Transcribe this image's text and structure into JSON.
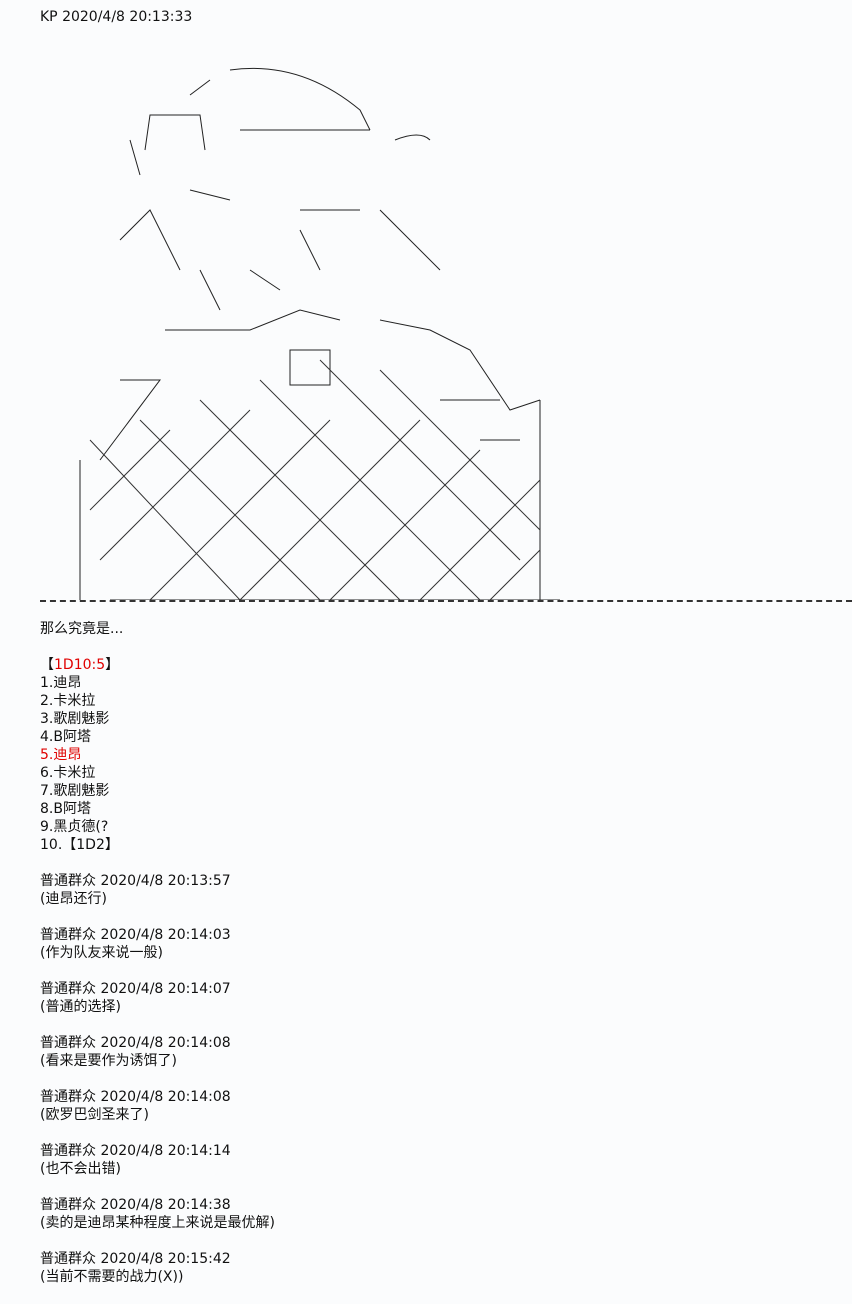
{
  "header": {
    "author": "KP",
    "timestamp": "2020/4/8 20:13:33"
  },
  "post": {
    "intro": "那么究竟是...",
    "roll_open": "【",
    "roll": "1D10:5",
    "roll_close": "】",
    "options": [
      {
        "text": "1.迪昂",
        "highlight": false
      },
      {
        "text": "2.卡米拉",
        "highlight": false
      },
      {
        "text": "3.歌剧魅影",
        "highlight": false
      },
      {
        "text": "4.B阿塔",
        "highlight": false
      },
      {
        "text": "5.迪昂",
        "highlight": true
      },
      {
        "text": "6.卡米拉",
        "highlight": false
      },
      {
        "text": "7.歌剧魅影",
        "highlight": false
      },
      {
        "text": "8.B阿塔",
        "highlight": false
      },
      {
        "text": "9.黑贞德(?",
        "highlight": false
      },
      {
        "text": "10.【1D2】",
        "highlight": false
      }
    ]
  },
  "comments": [
    {
      "author": "普通群众",
      "time": "2020/4/8 20:13:57",
      "text": "(迪昂还行)"
    },
    {
      "author": "普通群众",
      "time": "2020/4/8 20:14:03",
      "text": "(作为队友来说一般)"
    },
    {
      "author": "普通群众",
      "time": "2020/4/8 20:14:07",
      "text": "(普通的选择)"
    },
    {
      "author": "普通群众",
      "time": "2020/4/8 20:14:08",
      "text": "(看来是要作为诱饵了)"
    },
    {
      "author": "普通群众",
      "time": "2020/4/8 20:14:08",
      "text": "(欧罗巴剑圣来了)"
    },
    {
      "author": "普通群众",
      "time": "2020/4/8 20:14:14",
      "text": "(也不会出错)"
    },
    {
      "author": "普通群众",
      "time": "2020/4/8 20:14:38",
      "text": "(卖的是迪昂某种程度上来说是最优解)"
    },
    {
      "author": "普通群众",
      "time": "2020/4/8 20:15:42",
      "text": "(当前不需要的战力(X))"
    }
  ],
  "colors": {
    "highlight": "#e00000",
    "background": "#fbfcfd"
  }
}
